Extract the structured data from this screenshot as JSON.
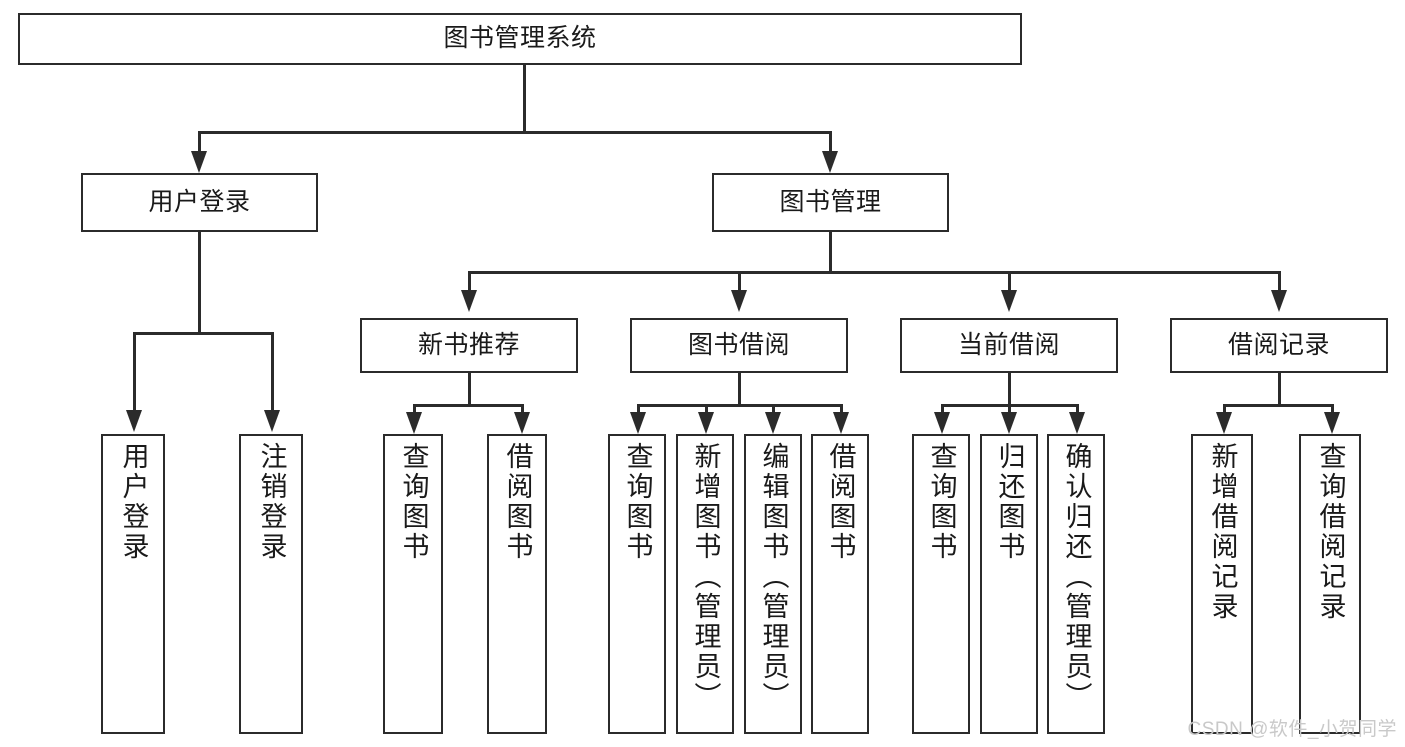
{
  "diagram": {
    "type": "hierarchy-tree",
    "title": "图书管理系统",
    "watermark": "CSDN @软件_小贺同学",
    "colors": {
      "stroke": "#2b2b2b",
      "fill": "#ffffff",
      "text": "#1a1a1a",
      "watermark": "#c9c9c9"
    },
    "nodes": {
      "root": {
        "label": "图书管理系统"
      },
      "level1": [
        {
          "id": "user-login",
          "label": "用户登录"
        },
        {
          "id": "book-manage",
          "label": "图书管理"
        }
      ],
      "level2": [
        {
          "id": "new-book-recommend",
          "label": "新书推荐"
        },
        {
          "id": "book-borrow",
          "label": "图书借阅"
        },
        {
          "id": "current-borrow",
          "label": "当前借阅"
        },
        {
          "id": "borrow-record",
          "label": "借阅记录"
        }
      ],
      "leaves": {
        "user_login": [
          {
            "id": "leaf-user-login",
            "label": "用户登录"
          },
          {
            "id": "leaf-logout",
            "label": "注销登录"
          }
        ],
        "new_book_recommend": [
          {
            "id": "leaf-query-book-1",
            "label": "查询图书"
          },
          {
            "id": "leaf-borrow-book-1",
            "label": "借阅图书"
          }
        ],
        "book_borrow": [
          {
            "id": "leaf-query-book-2",
            "label": "查询图书"
          },
          {
            "id": "leaf-add-book",
            "label": "新增图书（管理员）"
          },
          {
            "id": "leaf-edit-book",
            "label": "编辑图书（管理员）"
          },
          {
            "id": "leaf-borrow-book-2",
            "label": "借阅图书"
          }
        ],
        "current_borrow": [
          {
            "id": "leaf-query-book-3",
            "label": "查询图书"
          },
          {
            "id": "leaf-return-book",
            "label": "归还图书"
          },
          {
            "id": "leaf-confirm-return",
            "label": "确认归还（管理员）"
          }
        ],
        "borrow_record": [
          {
            "id": "leaf-add-record",
            "label": "新增借阅记录"
          },
          {
            "id": "leaf-query-record",
            "label": "查询借阅记录"
          }
        ]
      }
    }
  }
}
